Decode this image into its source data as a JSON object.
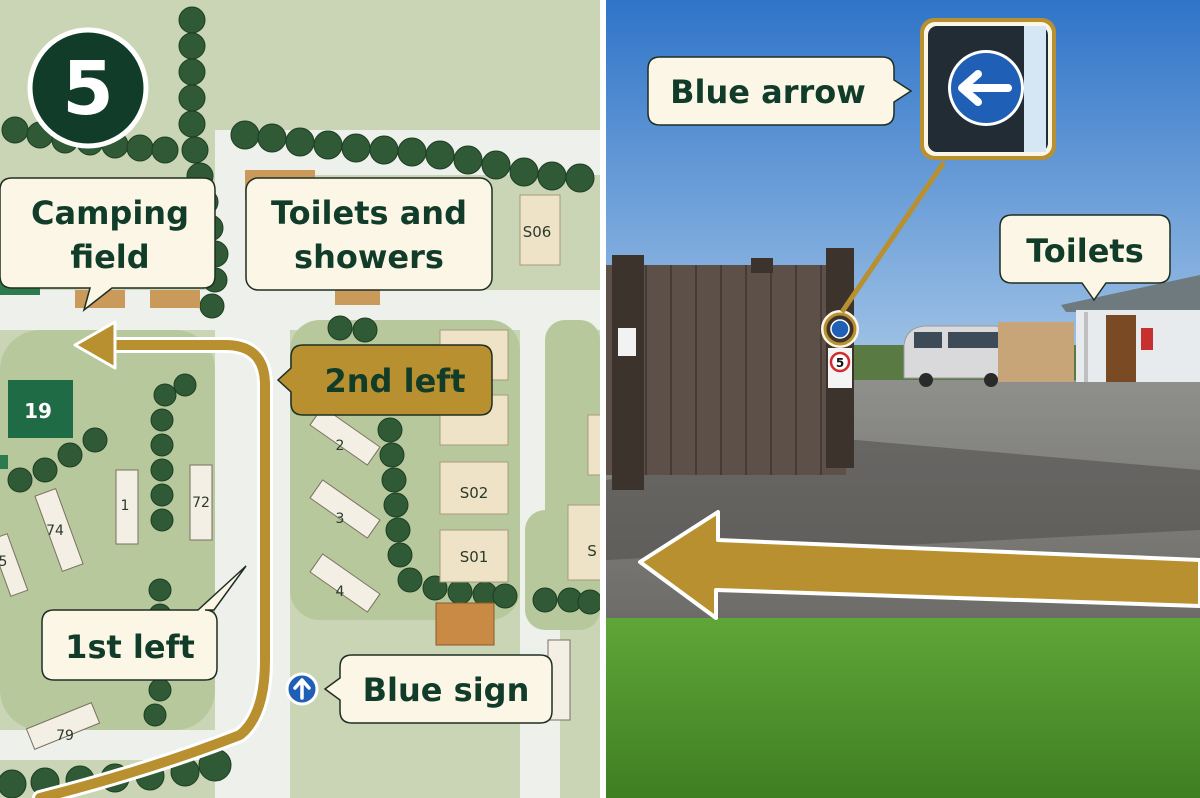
{
  "step": {
    "number": "5"
  },
  "map": {
    "callouts": {
      "camping_field": [
        "Camping",
        "field"
      ],
      "toilets_showers": [
        "Toilets and",
        "showers"
      ],
      "second_left": "2nd left",
      "first_left": "1st left",
      "blue_sign": "Blue sign"
    },
    "plots": {
      "p19": "19",
      "p72": "72",
      "p74": "74",
      "p79": "79",
      "p2": "2",
      "p3": "3",
      "p4": "4",
      "s06": "S06",
      "s02": "S02",
      "s01": "S01",
      "p1": "1",
      "p5": "5",
      "s_partial": "S"
    }
  },
  "photo": {
    "callouts": {
      "blue_arrow": "Blue arrow",
      "toilets": "Toilets"
    },
    "speed_sign": "5"
  },
  "colors": {
    "route": "#b8902f",
    "callout_fill": "#fbf6e6",
    "callout_text": "#123c2a",
    "badge": "#123c2a",
    "highlight_fill": "#b8902f",
    "sign_blue": "#1f5fb5"
  }
}
